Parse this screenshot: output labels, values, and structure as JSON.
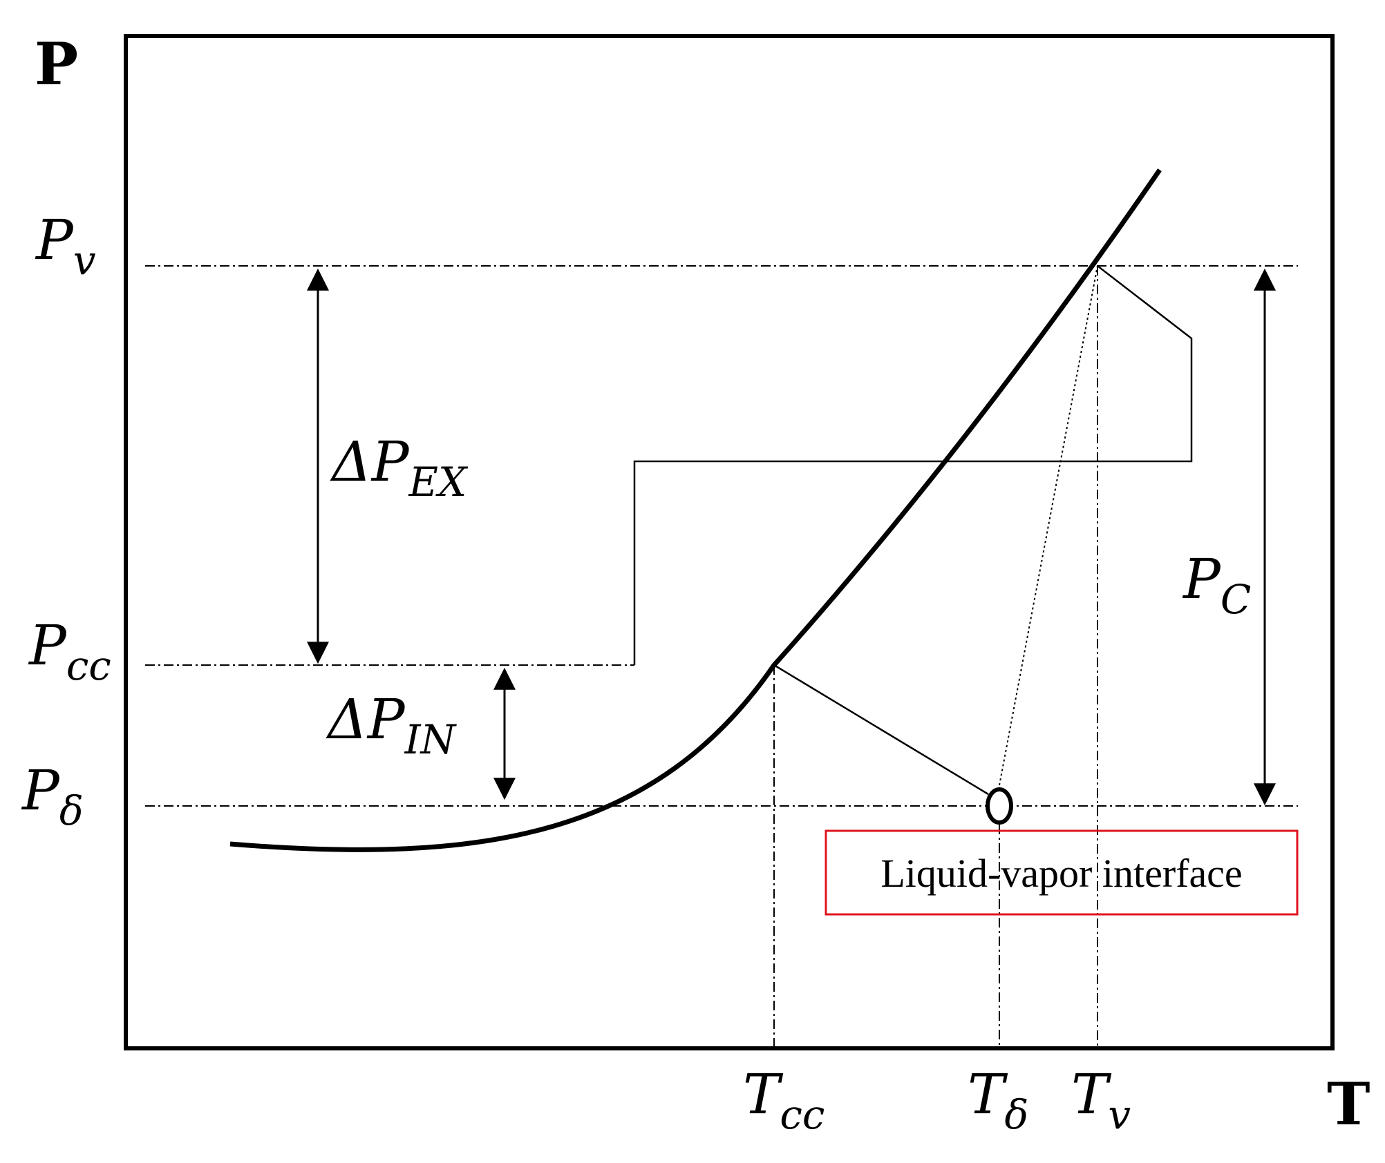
{
  "axes": {
    "x_title": "T",
    "y_title": "P"
  },
  "pressure_labels": [
    {
      "id": "pv",
      "main": "P",
      "sub": "v"
    },
    {
      "id": "pcc",
      "main": "P",
      "sub": "cc"
    },
    {
      "id": "pdelta",
      "main": "P",
      "sub": "δ"
    }
  ],
  "temperature_labels": [
    {
      "id": "tcc",
      "main": "T",
      "sub": "cc"
    },
    {
      "id": "tdelta",
      "main": "T",
      "sub": "δ"
    },
    {
      "id": "tv",
      "main": "T",
      "sub": "v"
    }
  ],
  "annotations": {
    "delta_p_ex": {
      "main": "ΔP",
      "sub": "EX"
    },
    "delta_p_in": {
      "main": "ΔP",
      "sub": "IN"
    },
    "p_c": {
      "main": "P",
      "sub": "C"
    }
  },
  "interface_box": {
    "label": "Liquid-vapor interface",
    "border_color": "#e0141e"
  }
}
